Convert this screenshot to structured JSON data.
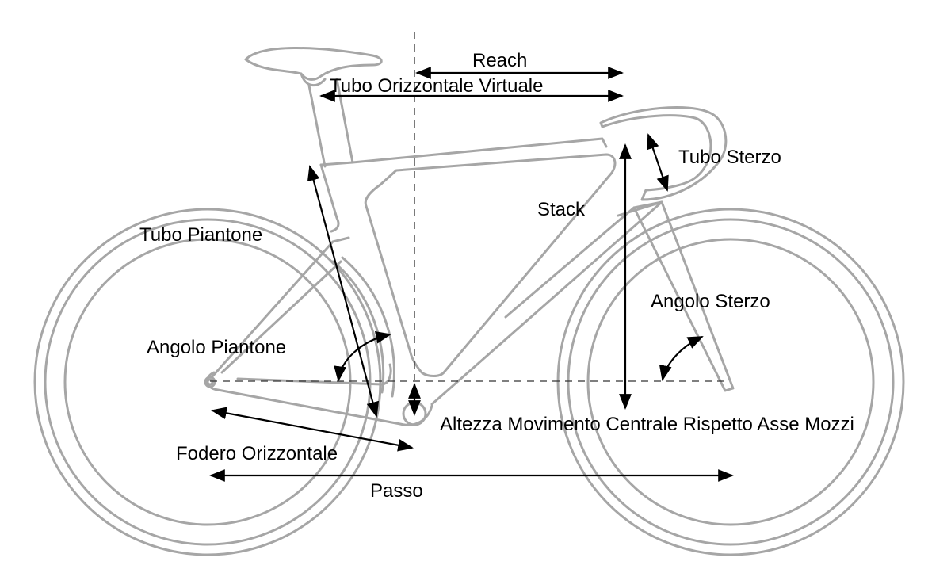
{
  "diagram": {
    "title": "Bike frame geometry",
    "colors": {
      "frame": "#a6a6a6",
      "annotation": "#000000",
      "background": "#ffffff"
    },
    "labels": {
      "reach": "Reach",
      "virtual_top_tube": "Tubo Orizzontale Virtuale",
      "head_tube": "Tubo Sterzo",
      "stack": "Stack",
      "seat_tube": "Tubo Piantone",
      "head_angle": "Angolo Sterzo",
      "seat_angle": "Angolo Piantone",
      "bb_drop": "Altezza Movimento Centrale Rispetto Asse Mozzi",
      "chainstay": "Fodero Orizzontale",
      "wheelbase": "Passo"
    }
  }
}
